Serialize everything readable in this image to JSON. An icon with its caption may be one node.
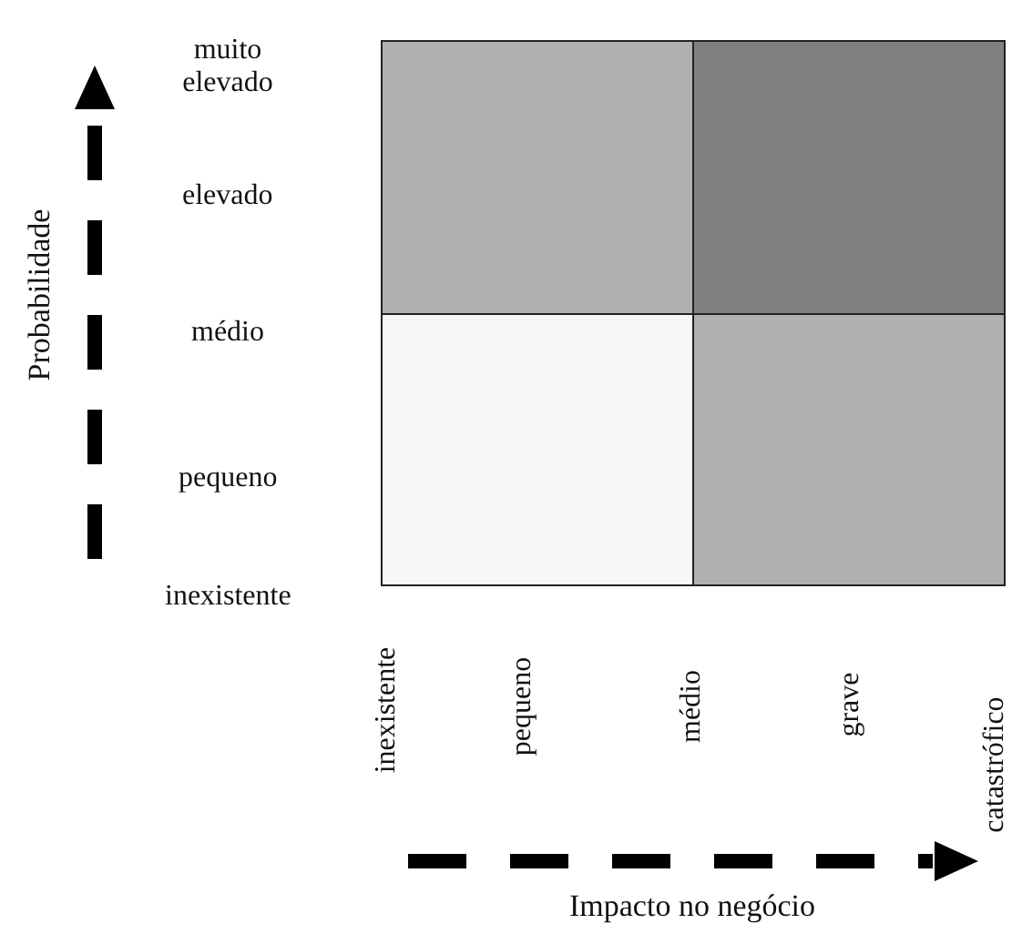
{
  "diagram": {
    "nodes": [
      {
        "text": [],
        "shape": "box"
      },
      {
        "text": [],
        "shape": "box"
      },
      {
        "text": [],
        "shape": "box"
      },
      {
        "text": [],
        "shape": "box"
      }
    ],
    "labels": [
      "muito elevado",
      "elevado",
      "médio",
      "pequeno",
      "inexistente",
      "Probabilidade",
      "inexistente",
      "pequeno",
      "médio",
      "grave",
      "catastrófico",
      "Impacto no negócio"
    ]
  }
}
